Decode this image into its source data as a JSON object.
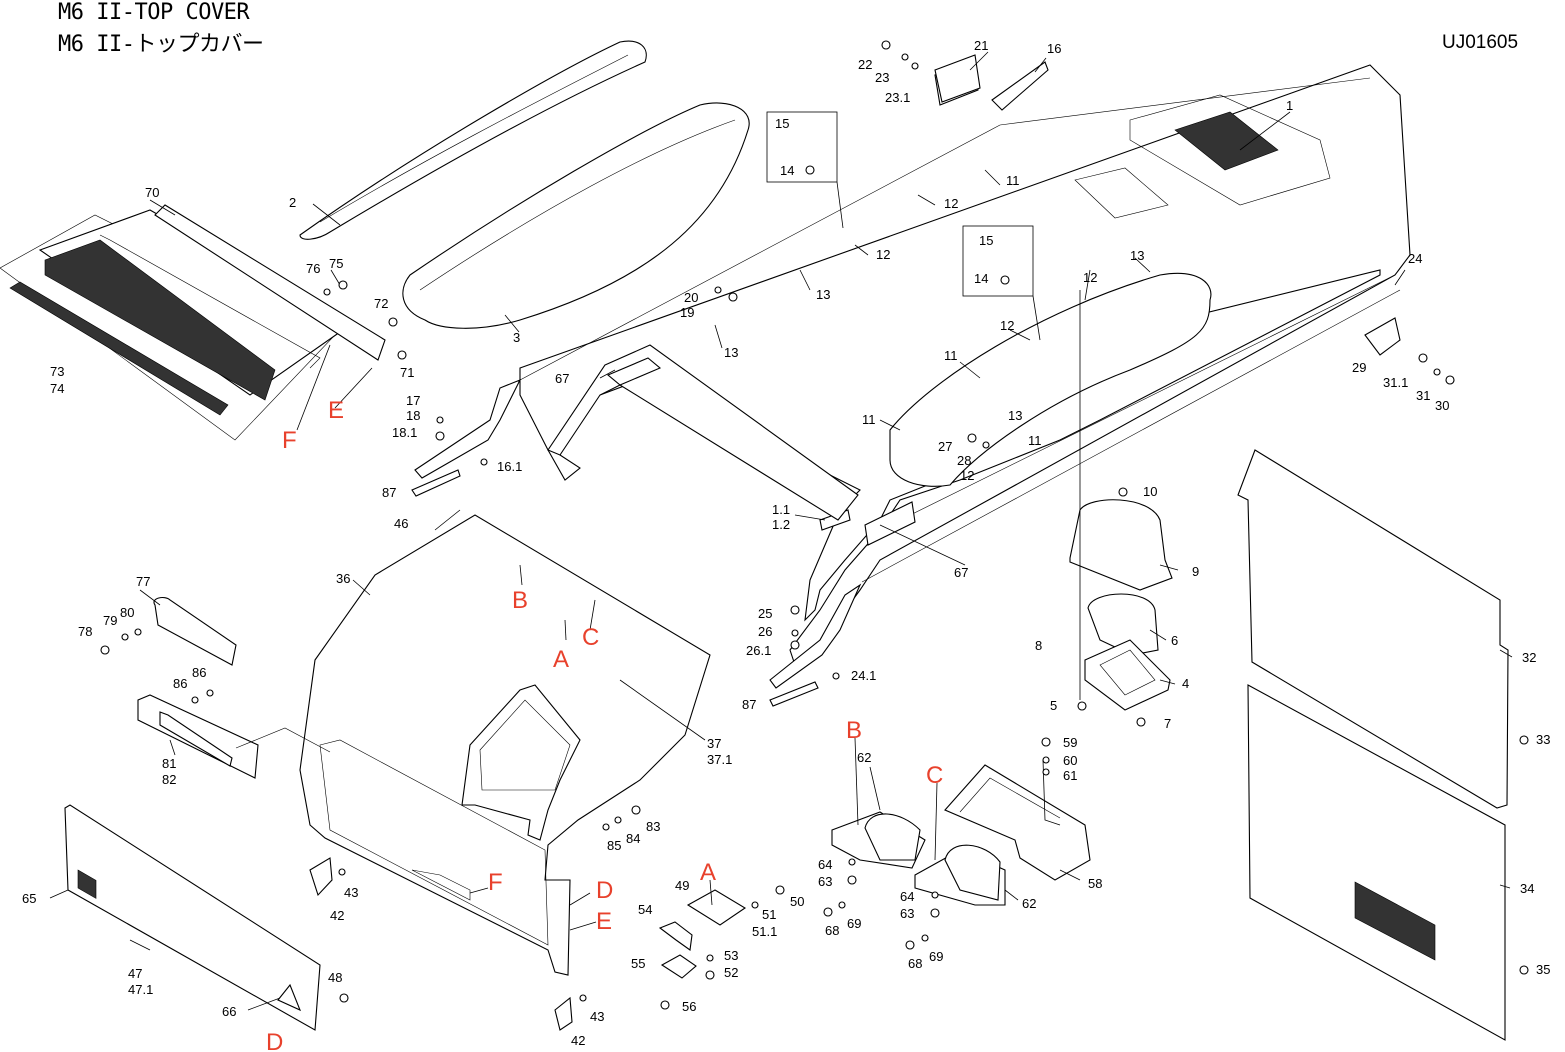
{
  "header": {
    "title_en": "M6 II-TOP COVER",
    "title_jp": "M6 II-トップカバー",
    "drawing_code": "UJ01605"
  },
  "part_labels": [
    "1",
    "1.1",
    "1.2",
    "2",
    "3",
    "4",
    "5",
    "6",
    "7",
    "8",
    "9",
    "10",
    "11",
    "11",
    "11",
    "11",
    "12",
    "12",
    "12",
    "12",
    "12",
    "13",
    "13",
    "13",
    "13",
    "14",
    "14",
    "15",
    "15",
    "16",
    "16.1",
    "17",
    "18",
    "18.1",
    "19",
    "20",
    "21",
    "22",
    "23",
    "23.1",
    "24",
    "24.1",
    "25",
    "26",
    "26.1",
    "27",
    "28",
    "29",
    "30",
    "31",
    "31.1",
    "32",
    "33",
    "34",
    "35",
    "36",
    "37",
    "37.1",
    "42",
    "42",
    "43",
    "43",
    "46",
    "47",
    "47.1",
    "48",
    "49",
    "51",
    "51.1",
    "50",
    "52",
    "53",
    "54",
    "55",
    "56",
    "58",
    "59",
    "60",
    "61",
    "62",
    "62",
    "63",
    "63",
    "64",
    "64",
    "65",
    "66",
    "67",
    "67",
    "68",
    "68",
    "69",
    "69",
    "70",
    "71",
    "72",
    "73",
    "74",
    "75",
    "76",
    "77",
    "78",
    "79",
    "80",
    "81",
    "82",
    "83",
    "84",
    "85",
    "86",
    "86",
    "87",
    "87"
  ],
  "reference_letters": [
    "A",
    "A",
    "B",
    "B",
    "C",
    "C",
    "D",
    "D",
    "E",
    "E",
    "F",
    "F"
  ]
}
